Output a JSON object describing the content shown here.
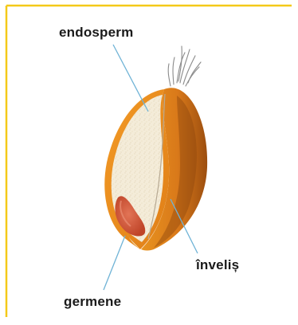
{
  "diagram": {
    "labels": {
      "endosperm": "endosperm",
      "invelis": "înveliș",
      "germene": "germene"
    },
    "colors": {
      "frame": "#f4c919",
      "shell": "#e08a1e",
      "shell_dark": "#a9560f",
      "endosperm_fill": "#f3ead7",
      "germ": "#d2563a",
      "leader_line": "#6fb3d6"
    }
  }
}
